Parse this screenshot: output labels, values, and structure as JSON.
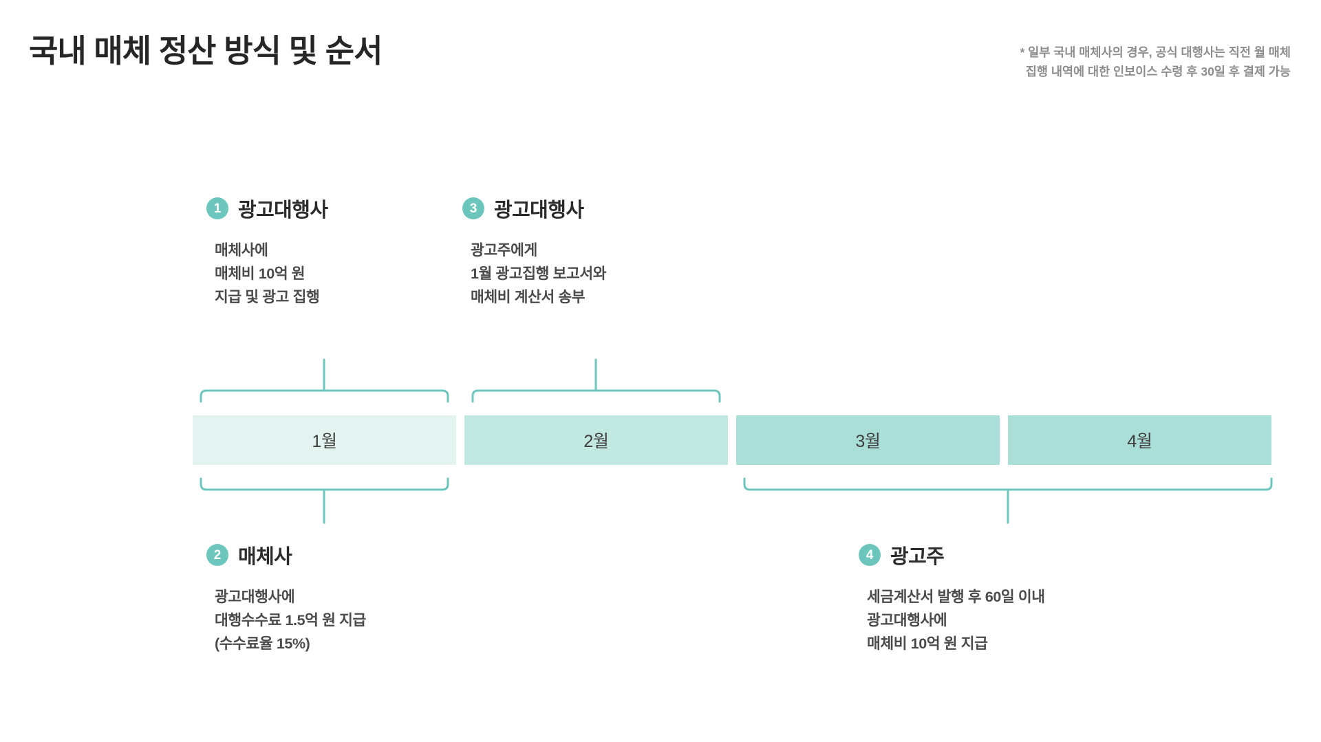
{
  "header": {
    "title": "국내 매체 정산 방식 및 순서",
    "note_lines": [
      "* 일부 국내 매체사의 경우, 공식 대행사는 직전 월 매체",
      "집행 내역에 대한 인보이스 수령 후 30일 후 결제 가능"
    ]
  },
  "colors": {
    "accent": "#6cc6bd",
    "bracket": "#6cc6bd",
    "month_1": "#e2f3f0",
    "month_2": "#c2e8e2",
    "month_3": "#a9dfd6",
    "month_4": "#a9dfd6",
    "title_text": "#262626",
    "body_text": "#4a4a4a",
    "note_text": "#8c8c8c"
  },
  "timeline": {
    "months": [
      {
        "label": "1월",
        "shade": "month_1"
      },
      {
        "label": "2월",
        "shade": "month_2"
      },
      {
        "label": "3월",
        "shade": "month_3"
      },
      {
        "label": "4월",
        "shade": "month_4"
      }
    ]
  },
  "steps": [
    {
      "number": "1",
      "actor": "광고대행사",
      "position": "top",
      "span_months": [
        "1월"
      ],
      "body_lines": [
        "매체사에",
        "매체비 10억 원",
        "지급 및 광고 집행"
      ]
    },
    {
      "number": "3",
      "actor": "광고대행사",
      "position": "top",
      "span_months": [
        "2월"
      ],
      "body_lines": [
        "광고주에게",
        "1월 광고집행 보고서와",
        "매체비 계산서 송부"
      ]
    },
    {
      "number": "2",
      "actor": "매체사",
      "position": "bottom",
      "span_months": [
        "1월"
      ],
      "body_lines": [
        "광고대행사에",
        "대행수수료 1.5억 원 지급",
        "(수수료율 15%)"
      ]
    },
    {
      "number": "4",
      "actor": "광고주",
      "position": "bottom",
      "span_months": [
        "3월",
        "4월"
      ],
      "body_lines": [
        "세금계산서 발행 후 60일 이내",
        "광고대행사에",
        "매체비 10억 원 지급"
      ]
    }
  ]
}
